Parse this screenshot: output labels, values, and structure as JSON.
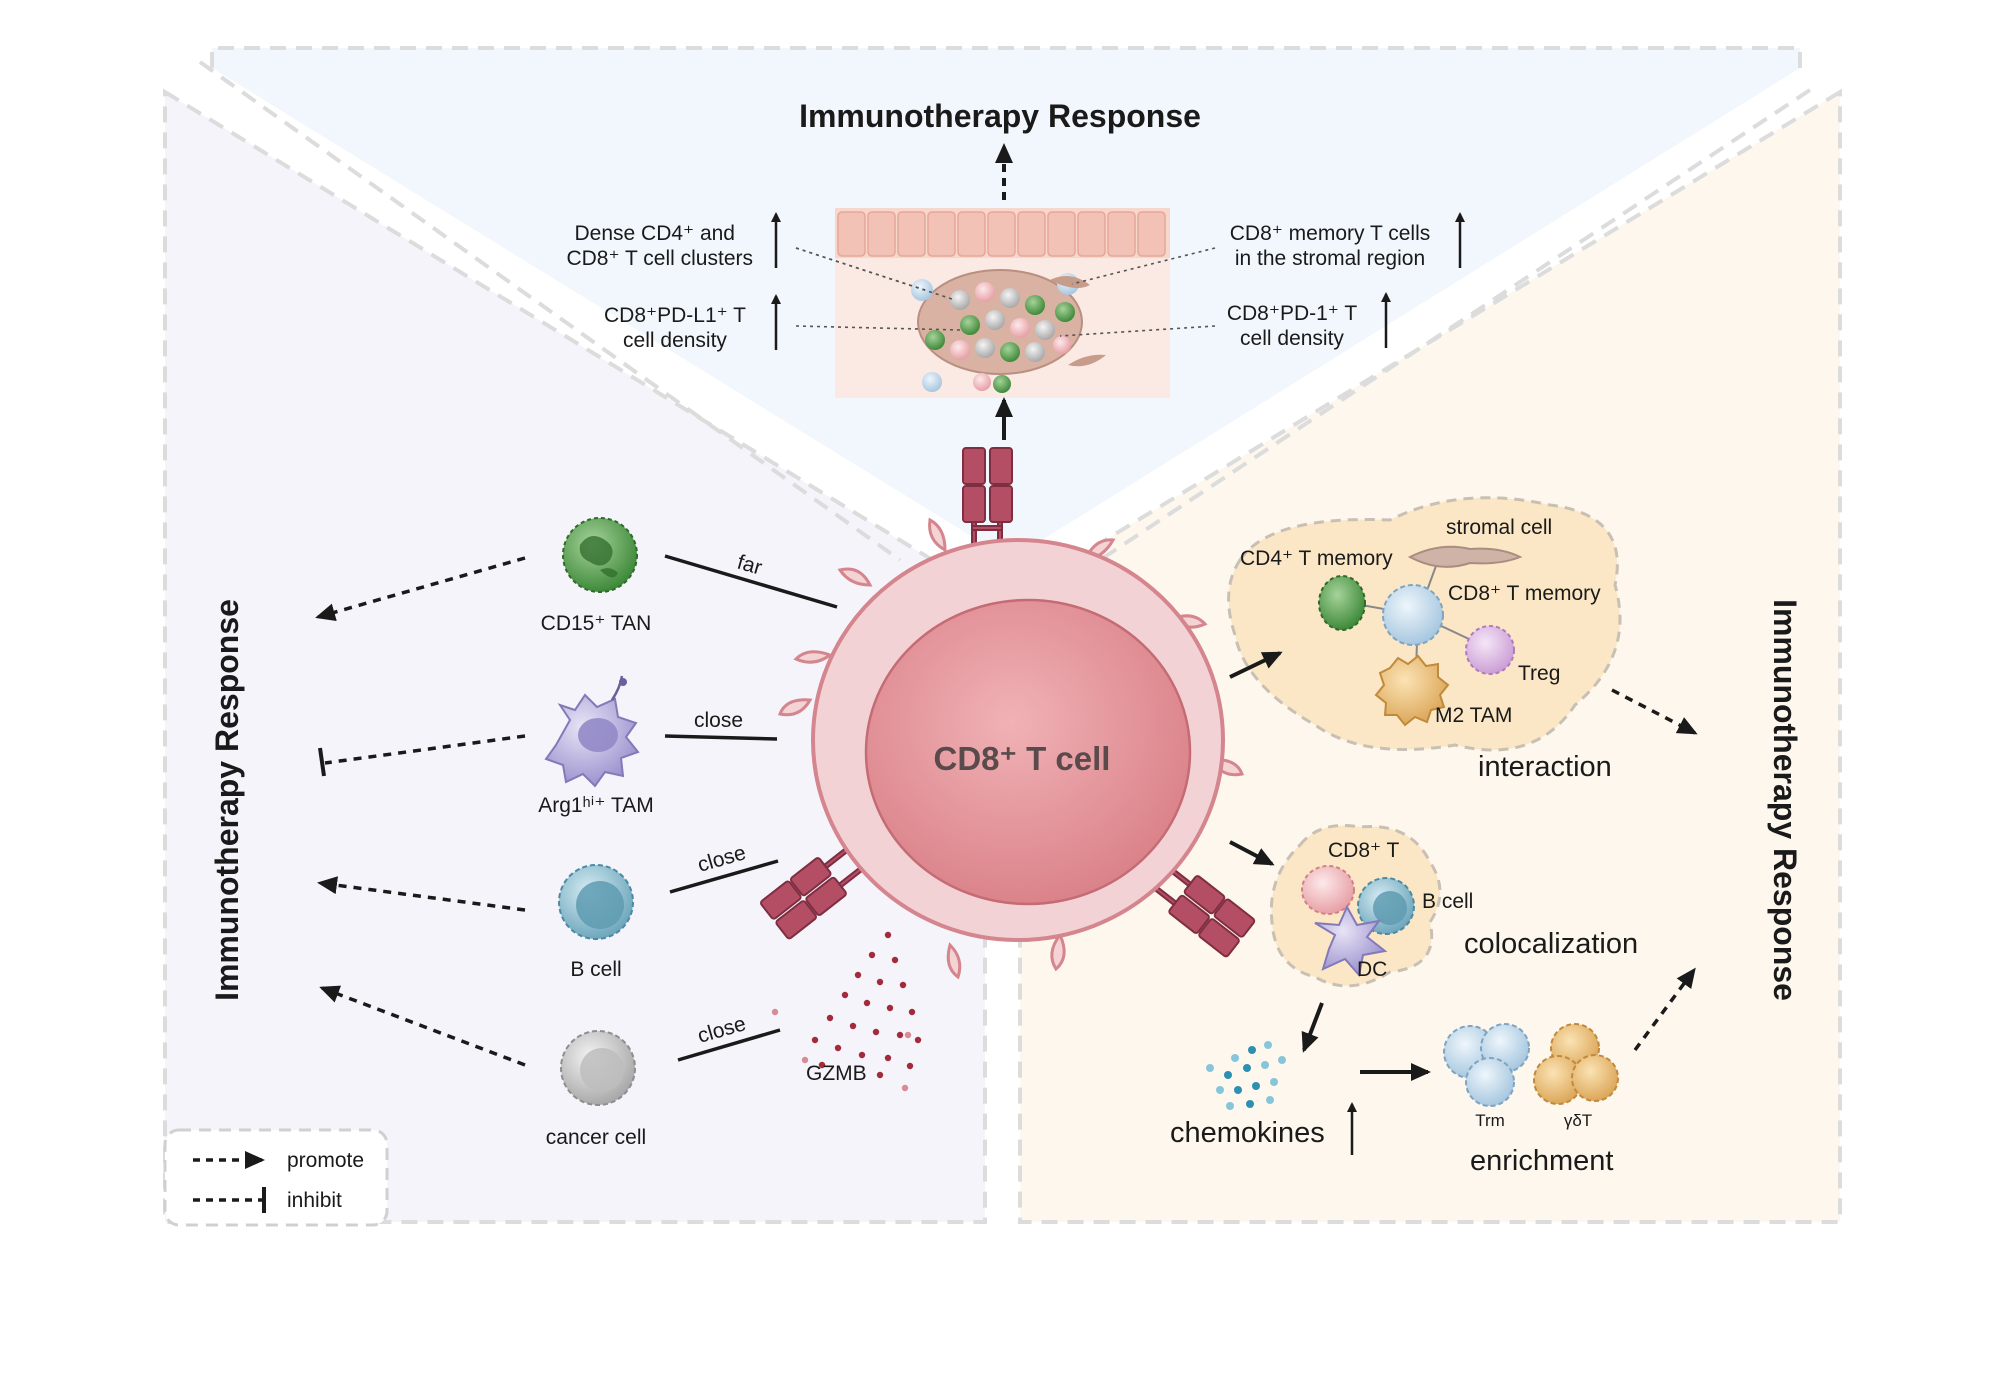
{
  "top_panel": {
    "title": "Immunotherapy Response",
    "finding_1_line1": "Dense CD4⁺ and",
    "finding_1_line2": "CD8⁺ T cell clusters",
    "finding_2_line1": "CD8⁺PD-L1⁺ T",
    "finding_2_line2": "cell density",
    "finding_3_line1": "CD8⁺ memory T cells",
    "finding_3_line2": "in the stromal region",
    "finding_4_line1": "CD8⁺PD-1⁺ T",
    "finding_4_line2": "cell density"
  },
  "center": {
    "label": "CD8⁺ T cell",
    "secretion_label": "GZMB"
  },
  "left_panel": {
    "title": "Immunotherapy Response",
    "cells": [
      {
        "name": "CD15⁺ TAN",
        "relation": "far",
        "effect": "promote"
      },
      {
        "name": "Arg1ʰⁱ⁺ TAM",
        "relation": "close",
        "effect": "inhibit"
      },
      {
        "name": "B cell",
        "relation": "close",
        "effect": "promote"
      },
      {
        "name": "cancer cell",
        "relation": "close",
        "effect": "promote"
      }
    ]
  },
  "right_panel": {
    "title": "Immunotherapy Response",
    "interaction": {
      "label": "interaction",
      "cells": [
        "stromal cell",
        "CD4⁺ T memory",
        "CD8⁺ T memory",
        "Treg",
        "M2 TAM"
      ]
    },
    "colocalization": {
      "label": "colocalization",
      "cells": [
        "CD8⁺ T",
        "B cell",
        "DC"
      ]
    },
    "chemokines_label": "chemokines",
    "enrichment": {
      "label": "enrichment",
      "cells": [
        "Trm",
        "γδT"
      ]
    }
  },
  "legend": {
    "promote": "promote",
    "inhibit": "inhibit"
  },
  "colors": {
    "left_bg": "#f5f4fb",
    "top_bg": "#f1f7fc",
    "right_bg": "#fdf7ed",
    "tcell": "#f2c9cc",
    "nucleus": "#e59aa0",
    "receptor": "#b44e64"
  }
}
